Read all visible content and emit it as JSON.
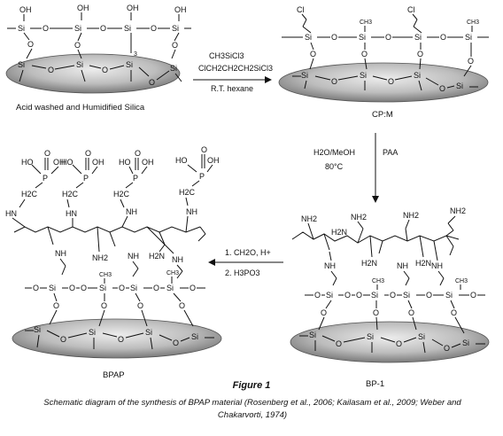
{
  "panels": {
    "silica": {
      "label": "Acid washed and Humidified Silica"
    },
    "cpm": {
      "label": "CP:M"
    },
    "bp1": {
      "label": "BP-1"
    },
    "bpap": {
      "label": "BPAP"
    }
  },
  "steps": {
    "step1": {
      "reagent1": "CH3SiCl3",
      "reagent2": "ClCH2CH2CH2SiCl3",
      "condition": "R.T. hexane"
    },
    "step2": {
      "reagent1": "H2O/MeOH",
      "reagent2": "80°C",
      "reagent3": "PAA"
    },
    "step3": {
      "reagent1": "1. CH2O, H+",
      "reagent2": "2. H3PO3"
    }
  },
  "atoms": {
    "si": "Si",
    "o": "O",
    "oh": "OH",
    "ch3": "CH3",
    "cl": "Cl",
    "nh2": "NH2",
    "nh": "NH",
    "hn": "HN",
    "h2n": "H2N",
    "p": "P",
    "h2c": "H2C",
    "n3": "3",
    "ho": "HO"
  },
  "figure": {
    "title": "Figure 1",
    "caption": "Schematic diagram of the synthesis of BPAP material (Rosenberg et al., 2006; Kailasam et al., 2009; Weber and Chakarvorti, 1974)"
  },
  "colors": {
    "ellipse_light": "#e6e6e6",
    "ellipse_dark": "#8a8a8a",
    "ink": "#111111"
  }
}
